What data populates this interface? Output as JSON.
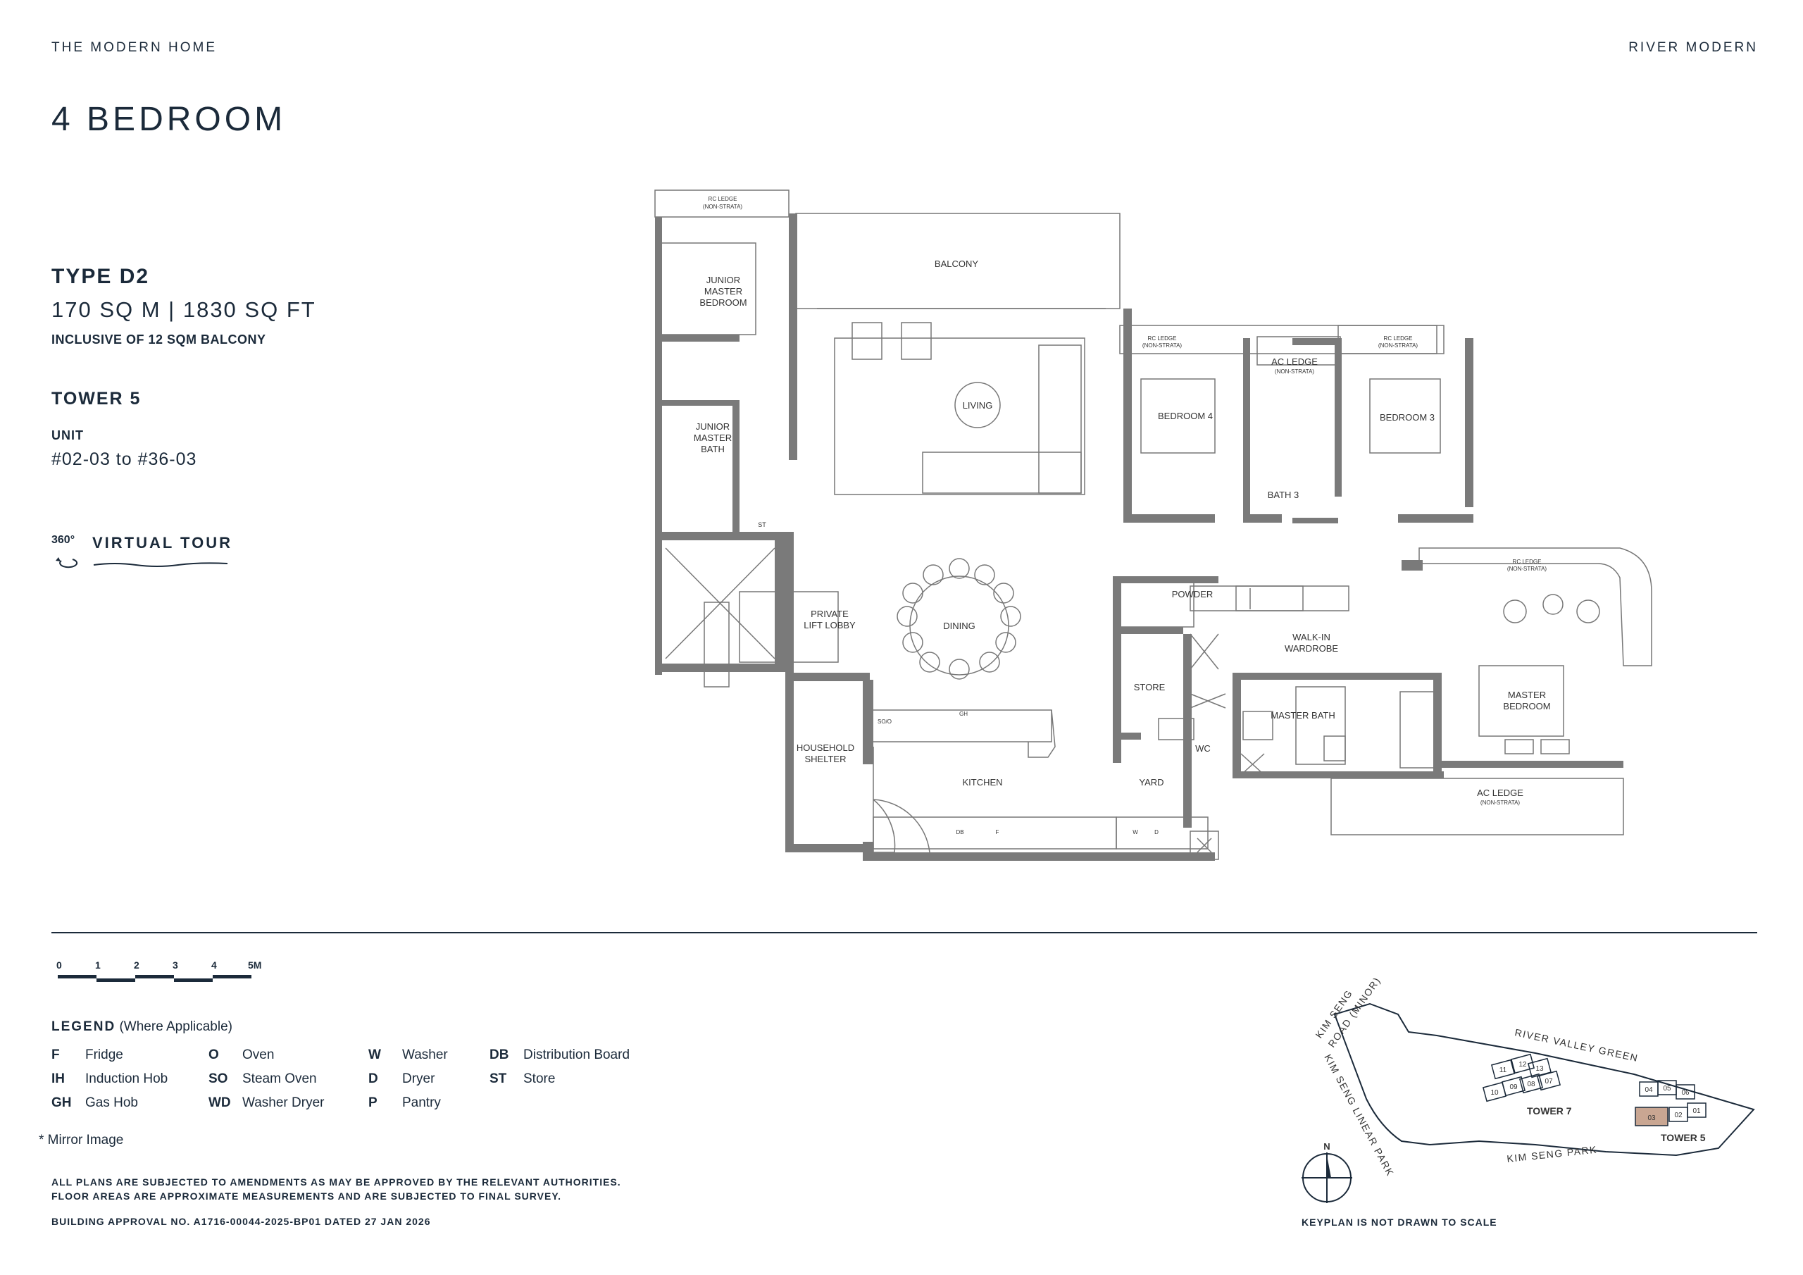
{
  "header": {
    "left_brand": "THE MODERN HOME",
    "right_brand": "RIVER MODERN",
    "title": "4 BEDROOM"
  },
  "unit_info": {
    "type": "TYPE D2",
    "area": "170 SQ M | 1830 SQ FT",
    "inclusive": "INCLUSIVE OF 12 SQM BALCONY",
    "tower": "TOWER 5",
    "unit_label": "UNIT",
    "unit_value": "#02-03 to #36-03"
  },
  "virtual_tour": {
    "degree": "360°",
    "label": "VIRTUAL TOUR"
  },
  "floorplan_labels": {
    "rc_ledge": "RC LEDGE",
    "non_strata": "(NON-STRATA)",
    "balcony": "BALCONY",
    "junior_master_bedroom": [
      "JUNIOR",
      "MASTER",
      "BEDROOM"
    ],
    "junior_master_bath": [
      "JUNIOR",
      "MASTER",
      "BATH"
    ],
    "living": "LIVING",
    "bedroom4": "BEDROOM 4",
    "bedroom3": "BEDROOM 3",
    "ac_ledge": "AC LEDGE",
    "bath3": "BATH 3",
    "st": "ST",
    "private_lift_lobby": [
      "PRIVATE",
      "LIFT LOBBY"
    ],
    "dining": "DINING",
    "powder": "POWDER",
    "walk_in_wardrobe": [
      "WALK-IN",
      "WARDROBE"
    ],
    "store": "STORE",
    "master_bath": "MASTER BATH",
    "master_bedroom": [
      "MASTER",
      "BEDROOM"
    ],
    "household_shelter": [
      "HOUSEHOLD",
      "SHELTER"
    ],
    "kitchen": "KITCHEN",
    "yard": "YARD",
    "wc": "WC",
    "so_o": "SO/O",
    "gh": "GH",
    "db": "DB",
    "f": "F",
    "w": "W",
    "d": "D"
  },
  "scale_bar": {
    "ticks": [
      "0",
      "1",
      "2",
      "3",
      "4",
      "5M"
    ]
  },
  "legend": {
    "heading": "LEGEND",
    "sub": "(Where Applicable)",
    "items": [
      {
        "key": "F",
        "value": "Fridge"
      },
      {
        "key": "IH",
        "value": "Induction Hob"
      },
      {
        "key": "GH",
        "value": "Gas Hob"
      },
      {
        "key": "O",
        "value": "Oven"
      },
      {
        "key": "SO",
        "value": "Steam Oven"
      },
      {
        "key": "WD",
        "value": "Washer Dryer"
      },
      {
        "key": "W",
        "value": "Washer"
      },
      {
        "key": "D",
        "value": "Dryer"
      },
      {
        "key": "P",
        "value": "Pantry"
      },
      {
        "key": "DB",
        "value": "Distribution Board"
      },
      {
        "key": "ST",
        "value": "Store"
      }
    ]
  },
  "mirror_note": "* Mirror Image",
  "disclaimer": [
    "ALL PLANS ARE SUBJECTED TO AMENDMENTS AS MAY BE APPROVED BY THE RELEVANT AUTHORITIES.",
    "FLOOR AREAS ARE APPROXIMATE MEASUREMENTS AND ARE SUBJECTED TO FINAL SURVEY."
  ],
  "building_approval": "BUILDING APPROVAL NO. A1716-00044-2025-BP01 DATED 27 JAN 2026",
  "keyplan": {
    "road1": [
      "KIM SENG",
      "ROAD (MINOR)"
    ],
    "linear_park": "KIM SENG LINEAR PARK",
    "river_valley_green": "RIVER VALLEY GREEN",
    "kim_seng_park": "KIM SENG PARK",
    "tower7": "TOWER 7",
    "tower5": "TOWER 5",
    "north": "N",
    "t7_units": [
      "11",
      "12",
      "13",
      "10",
      "09",
      "08",
      "07"
    ],
    "t5_units": [
      "04",
      "05",
      "06",
      "01",
      "02",
      "03"
    ],
    "note": "KEYPLAN IS NOT DRAWN TO SCALE",
    "highlight_color": "#c9a692"
  }
}
